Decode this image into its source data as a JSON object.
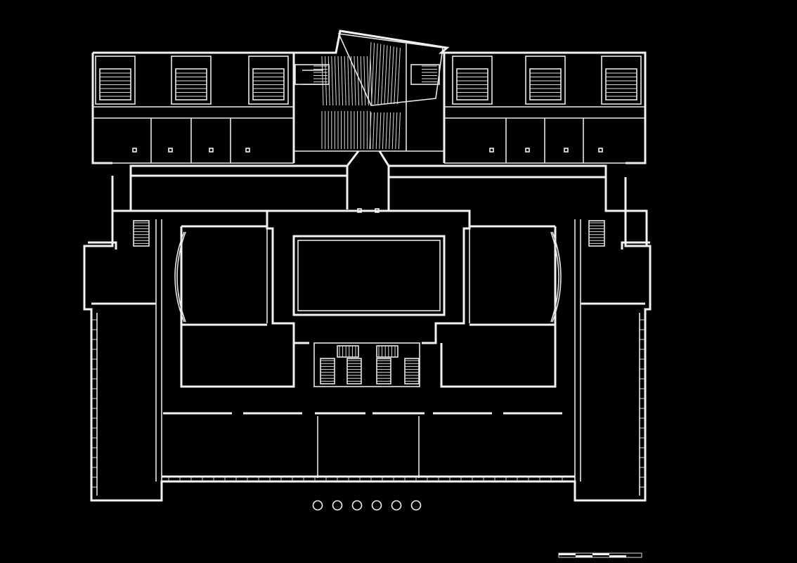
{
  "drawing": {
    "type": "architectural floor plan",
    "line_color": "#f2f2f2",
    "background": "#000000",
    "column_count": 6,
    "has_scale_bar": true,
    "upper_staircase_count": 6
  }
}
